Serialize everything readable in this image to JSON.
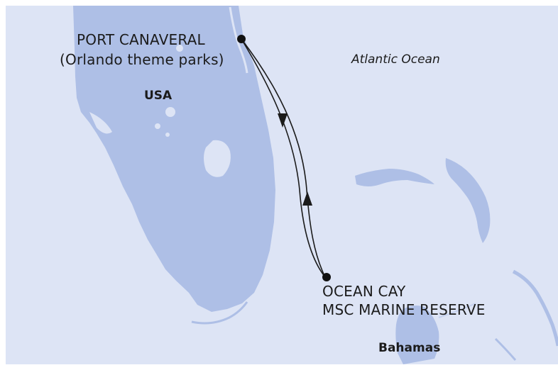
{
  "colors": {
    "water": "#dde4f5",
    "land": "#aebfe6",
    "route": "#1b1b1b",
    "frame": "#ffffff"
  },
  "ports": {
    "start": {
      "name": "PORT CANAVERAL",
      "note": "(Orlando theme parks)"
    },
    "end": {
      "name_line1": "OCEAN CAY",
      "name_line2": "MSC MARINE RESERVE"
    }
  },
  "countries": {
    "usa": "USA",
    "bahamas": "Bahamas"
  },
  "water_label": "Atlantic Ocean"
}
